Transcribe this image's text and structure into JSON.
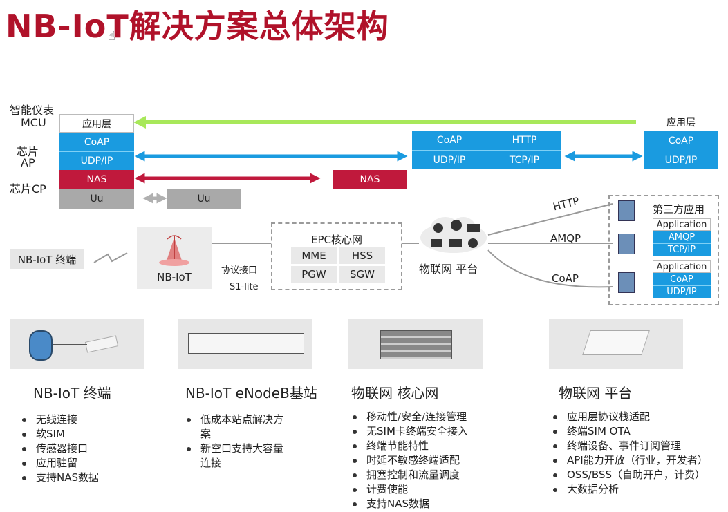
{
  "title": "NB-IoT解决方案总体架构",
  "left_labels": {
    "meter": "智能仪表",
    "mcu": "MCU",
    "chip": "芯片",
    "ap": "AP",
    "chip_cp": "芯片CP"
  },
  "stack_left": {
    "app": "应用层",
    "coap": "CoAP",
    "udp": "UDP/IP",
    "nas": "NAS",
    "uu": "Uu"
  },
  "uu_mid": "Uu",
  "nas_mid": "NAS",
  "platform_stack": {
    "coap": "CoAP",
    "http": "HTTP",
    "udp": "UDP/IP",
    "tcp": "TCP/IP"
  },
  "stack_right": {
    "app": "应用层",
    "coap": "CoAP",
    "udp": "UDP/IP"
  },
  "terminal_label": "NB-IoT 终端",
  "enodeb_label": "NB-IoT",
  "protocol_label": "协议接口",
  "s1_label": "S1-lite",
  "epc": {
    "title": "EPC核心网",
    "mme": "MME",
    "hss": "HSS",
    "pgw": "PGW",
    "sgw": "SGW"
  },
  "platform_label": "物联网 平台",
  "protocols": {
    "http": "HTTP",
    "amqp": "AMQP",
    "coap": "CoAP"
  },
  "third_party": {
    "title": "第三方应用",
    "app1": "Application",
    "amqp": "AMQP",
    "tcp": "TCP/IP",
    "app2": "Application",
    "coap": "CoAP",
    "udp": "UDP/IP"
  },
  "sections": [
    {
      "title": "NB-IoT 终端",
      "items": [
        "无线连接",
        "软SIM",
        "传感器接口",
        "应用驻留",
        "支持NAS数据"
      ]
    },
    {
      "title": "NB-IoT eNodeB基站",
      "items": [
        "低成本站点解决方",
        "案",
        "新空口支持大容量",
        "连接"
      ]
    },
    {
      "title": "物联网 核心网",
      "items": [
        "移动性/安全/连接管理",
        "无SIM卡终端安全接入",
        "终端节能特性",
        "时延不敏感终端适配",
        "拥塞控制和流量调度",
        "计费使能",
        "支持NAS数据"
      ]
    },
    {
      "title": "物联网 平台",
      "items": [
        "应用层协议栈适配",
        "终端SIM OTA",
        "终端设备、事件订阅管理",
        "API能力开放（行业，开发者）",
        "OSS/BSS（自助开户，计费）",
        "大数据分析"
      ]
    }
  ],
  "colors": {
    "title": "#b0122a",
    "blue": "#1a9be0",
    "red": "#c0193c",
    "green": "#a8e85a",
    "gray": "#a9a9a9"
  }
}
